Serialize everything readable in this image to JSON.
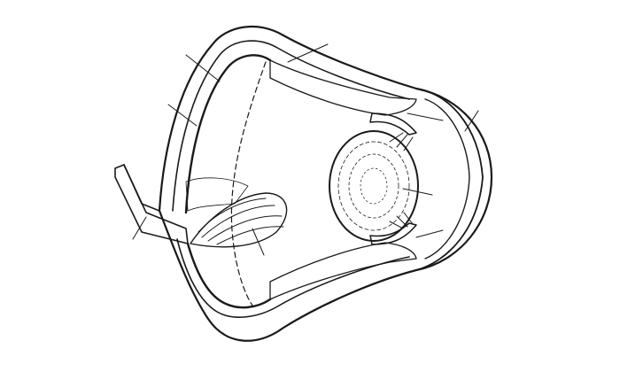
{
  "diagram": {
    "kind": "eye-cross-section",
    "style": "black-and-white line drawing",
    "labels_printed": false,
    "ink_color": "#1a1a1a",
    "paper_color": "#ffffff",
    "leader_line_count": 9
  }
}
